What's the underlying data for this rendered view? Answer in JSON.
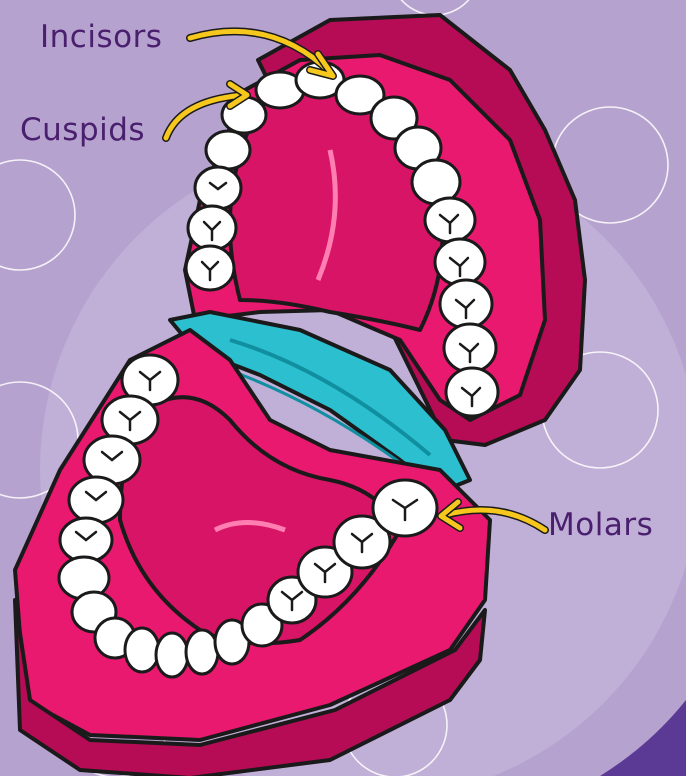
{
  "labels": {
    "incisors": "Incisors",
    "cuspids": "Cuspids",
    "molars": "Molars"
  },
  "colors": {
    "background": "#b6a2cf",
    "background_light": "#c9bbdd",
    "circle_outline": "#ffffff",
    "gum": "#e8196f",
    "gum_dark": "#b50c55",
    "gum_highlight": "#ff7fb3",
    "band": "#2bbfcf",
    "band_dark": "#0f8fa0",
    "tooth": "#ffffff",
    "outline": "#1a1a1a",
    "arrow": "#f6c81e",
    "label_text": "#4a1f6e",
    "corner": "#5b3a96"
  },
  "icons": [
    "upper-jaw",
    "lower-jaw",
    "teeth",
    "pointer-arrow"
  ]
}
